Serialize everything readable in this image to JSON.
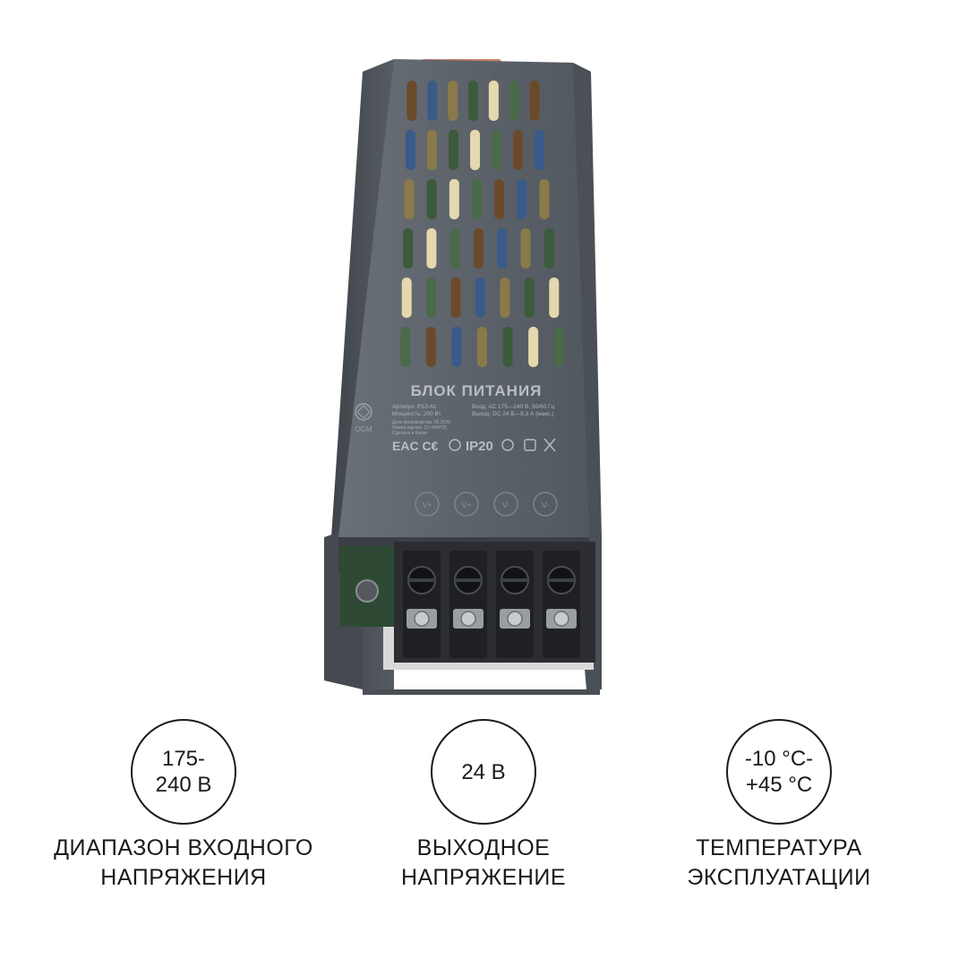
{
  "device": {
    "title": "БЛОК ПИТАНИЯ",
    "label_lines_left": [
      "Артикул: PS3-61",
      "Мощность: 200 Вт"
    ],
    "label_lines_right": [
      "Вход: АС 175—240 В, 50/60 Гц",
      "Выход: DC 24 В—8,3 А (макс.)"
    ],
    "label_lines_small": [
      "Дата производства: 05.2025",
      "Номер партии: CLI-MAY25",
      "Сделано в Китае"
    ],
    "brand": "OGM",
    "cert_marks": "ЕAC C€",
    "ip_rating": "IP20",
    "terminal_marks": [
      "V+",
      "V+",
      "V-",
      "V-"
    ],
    "colors": {
      "housing": "#5b6169",
      "housing_dark": "#3f444a",
      "pcb": "#2f4a36"
    }
  },
  "specs": [
    {
      "value": "175-240 В",
      "label": "ДИАПАЗОН ВХОДНОГО НАПРЯЖЕНИЯ"
    },
    {
      "value": "24 В",
      "label": "ВЫХОДНОЕ НАПРЯЖЕНИЕ"
    },
    {
      "value": "-10 °С-+45 °С",
      "label": "ТЕМПЕРАТУРА ЭКСПЛУАТАЦИИ"
    }
  ]
}
